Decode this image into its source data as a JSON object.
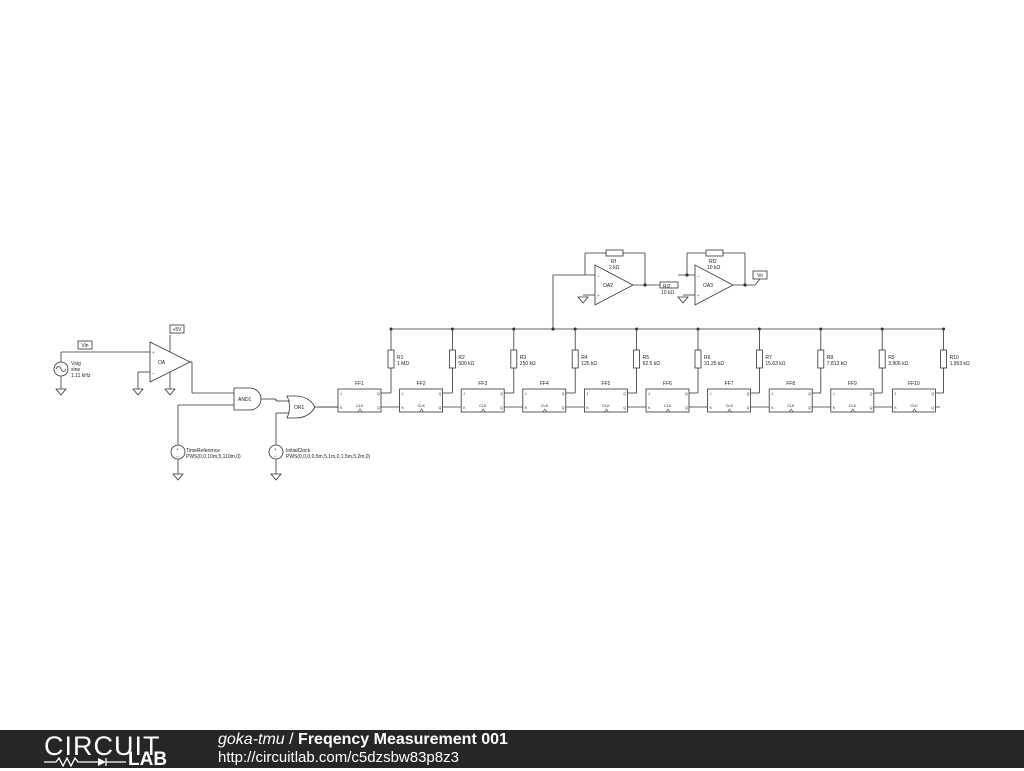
{
  "footer": {
    "logo_top": "CIRCUIT",
    "logo_bottom": "LAB",
    "author": "goka-tmu",
    "separator": " / ",
    "title": "Freqency Measurement 001",
    "url": "http://circuitlab.com/c5dzsbw83p8z3"
  },
  "source": {
    "name": "Vsig",
    "type": "sine",
    "freq": "1.11 kHz"
  },
  "labels": {
    "vin": "Vin",
    "plus5v": "+5V",
    "vo": "Vo"
  },
  "opamps": {
    "oa": "OA",
    "oa2": "OA2",
    "oa3": "OA3"
  },
  "gates": {
    "and": "AND1",
    "or": "OR1"
  },
  "time_reference": {
    "name": "TimeReference",
    "value": "PWS(0,0,10m,5,110m,0)"
  },
  "initial_clock": {
    "name": "InitialClock",
    "value": "PWS(0,0,0,0.5m,5,1m,0,1.5m,5,2m,0)"
  },
  "feedback": {
    "rf": {
      "name": "Rf",
      "value": "2 kΩ"
    },
    "ri2": {
      "name": "Ri2",
      "value": "10 kΩ"
    },
    "rf2": {
      "name": "Rf2",
      "value": "10 kΩ"
    }
  },
  "resistors": [
    {
      "name": "R1",
      "value": "1 MΩ"
    },
    {
      "name": "R2",
      "value": "500 kΩ"
    },
    {
      "name": "R3",
      "value": "250 kΩ"
    },
    {
      "name": "R4",
      "value": "125 kΩ"
    },
    {
      "name": "R5",
      "value": "62.5 kΩ"
    },
    {
      "name": "R6",
      "value": "31.25 kΩ"
    },
    {
      "name": "R7",
      "value": "15.63 kΩ"
    },
    {
      "name": "R8",
      "value": "7.813 kΩ"
    },
    {
      "name": "R9",
      "value": "3.906 kΩ"
    },
    {
      "name": "R10",
      "value": "1.953 kΩ"
    }
  ],
  "flipflops": [
    "FF1",
    "FF2",
    "FF3",
    "FF4",
    "FF5",
    "FF6",
    "FF7",
    "FF8",
    "FF9",
    "FF10"
  ],
  "ff_pins": {
    "j": "J",
    "k": "K",
    "q": "Q",
    "clk": "CLK"
  }
}
